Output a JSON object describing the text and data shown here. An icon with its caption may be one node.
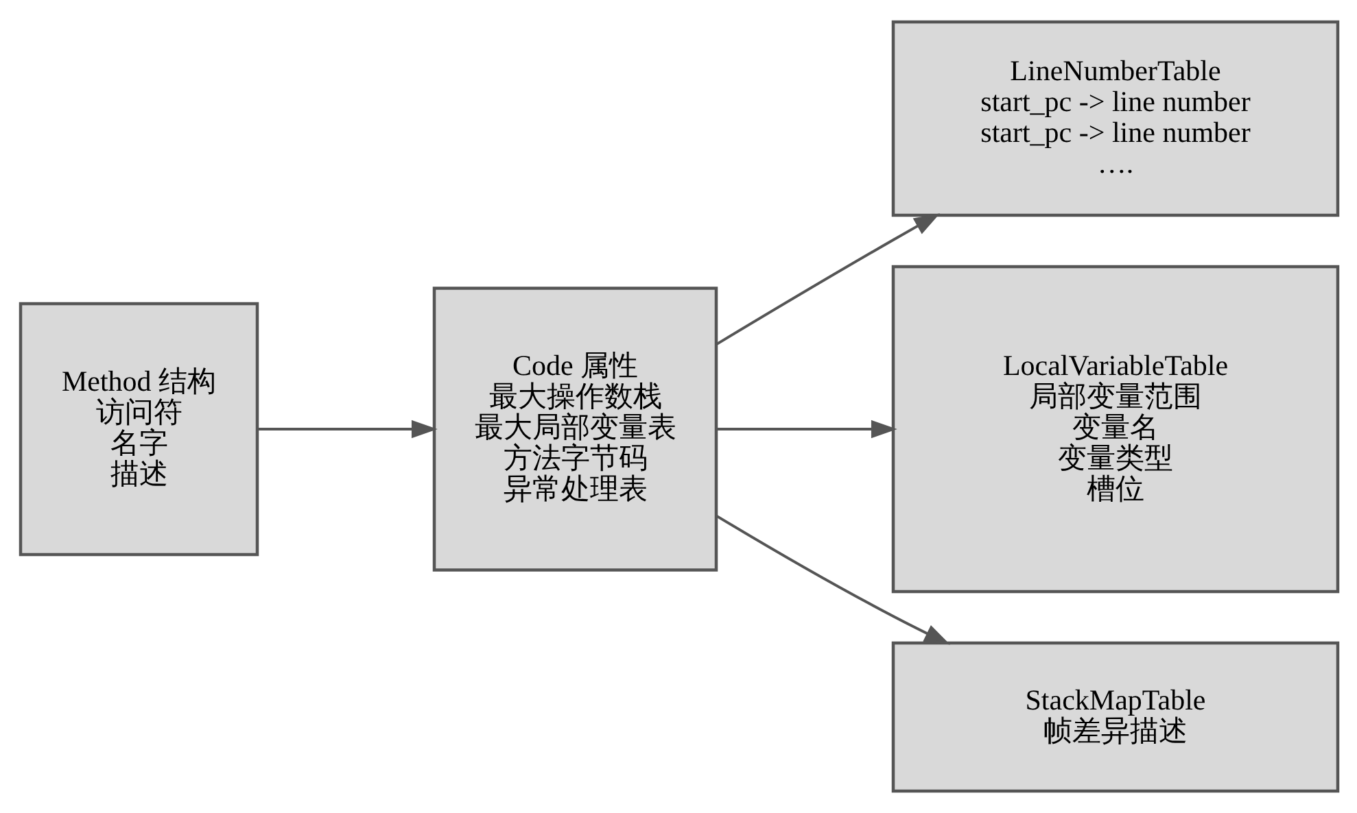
{
  "diagram": {
    "nodes": [
      {
        "text": [
          "Method 结构",
          "访问符",
          "名字",
          "描述"
        ]
      },
      {
        "text": [
          "Code 属性",
          "最大操作数栈",
          "最大局部变量表",
          "方法字节码",
          "异常处理表"
        ]
      },
      {
        "text": [
          "LineNumberTable",
          "start_pc -> line number",
          "start_pc -> line number",
          "…."
        ]
      },
      {
        "text": [
          "LocalVariableTable",
          "局部变量范围",
          "变量名",
          "变量类型",
          "槽位"
        ]
      },
      {
        "text": [
          "StackMapTable",
          "帧差异描述"
        ]
      }
    ],
    "edges": [
      {
        "from": 0,
        "to": 1,
        "arrow": "to"
      },
      {
        "from": 1,
        "to": 2,
        "arrow": "to"
      },
      {
        "from": 1,
        "to": 3,
        "arrow": "to"
      },
      {
        "from": 1,
        "to": 4,
        "arrow": "to"
      }
    ]
  }
}
